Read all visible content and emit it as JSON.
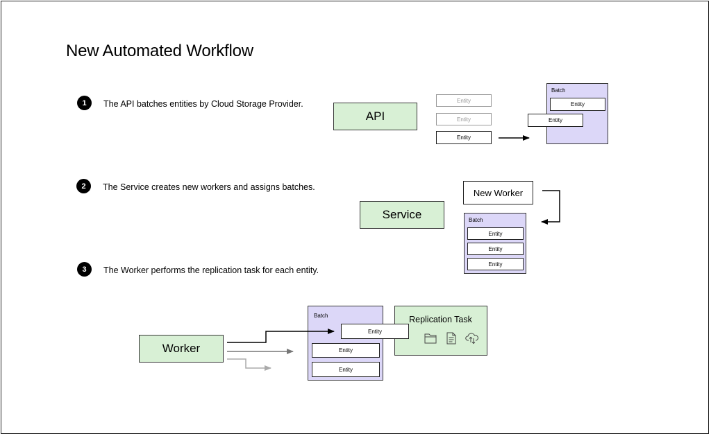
{
  "title": "New Automated Workflow",
  "steps": [
    {
      "number": "1",
      "text": "The API batches entities by Cloud Storage Provider."
    },
    {
      "number": "2",
      "text": "The Service creates new workers and assigns batches."
    },
    {
      "number": "3",
      "text": "The Worker performs the replication task for each entity."
    }
  ],
  "step1": {
    "source": "API",
    "entities": [
      "Entity",
      "Entity",
      "Entity"
    ],
    "batch_label": "Batch",
    "batch_entities": [
      "Entity",
      "Entity"
    ]
  },
  "step2": {
    "source": "Service",
    "new_worker": "New Worker",
    "batch_label": "Batch",
    "batch_entities": [
      "Entity",
      "Entity",
      "Entity"
    ]
  },
  "step3": {
    "source": "Worker",
    "batch_label": "Batch",
    "active_entity": "Entity",
    "batch_entities": [
      "Entity",
      "Entity"
    ],
    "task_label": "Replication Task",
    "task_icons": [
      "folder-icon",
      "document-icon",
      "cloud-sync-icon"
    ]
  },
  "colors": {
    "green_fill": "#d8f0d5",
    "purple_fill": "#dcd7f8",
    "border": "#333333",
    "faded": "#999999"
  }
}
